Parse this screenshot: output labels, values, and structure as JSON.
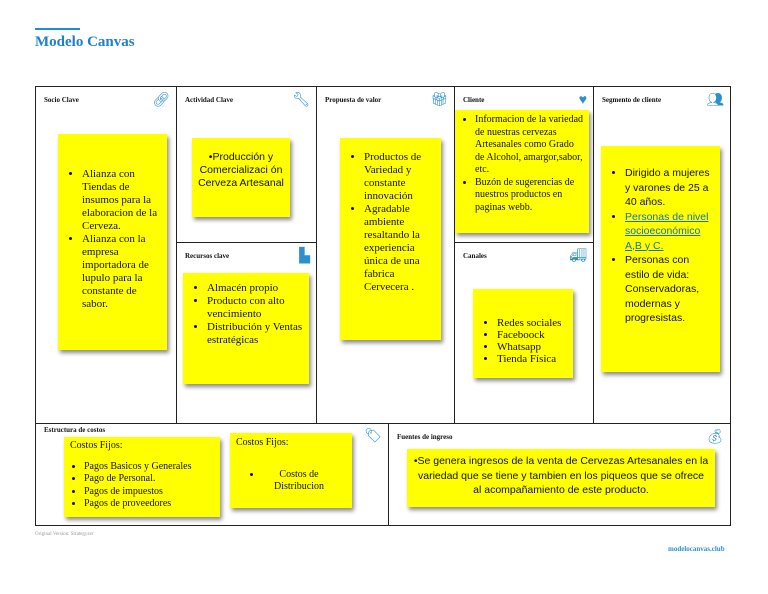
{
  "title": "Modelo Canvas",
  "blocks": {
    "socio": {
      "label": "Socio Clave",
      "icon": "link-icon",
      "items": [
        "Alianza con Tiendas de insumos para la elaboracion de la Cerveza.",
        "Alianza con la empresa importadora de lupulo para la constante de sabor."
      ]
    },
    "actividad": {
      "label": "Actividad Clave",
      "icon": "wrench-icon",
      "items": [
        "Producción y Comercializaci ón Cerveza Artesanal"
      ]
    },
    "recursos": {
      "label": "Recursos clave",
      "icon": "factory-icon",
      "items": [
        "Almacén propio",
        "Producto con alto vencimiento",
        "Distribución y Ventas estratégicas"
      ]
    },
    "propuesta": {
      "label": "Propuesta de valor",
      "icon": "gift-icon",
      "items": [
        "Productos de Variedad y constante innovación",
        "Agradable ambiente resaltando la experiencia única de una fabrica Cervecera ."
      ]
    },
    "cliente": {
      "label": "Cliente",
      "icon": "heart-icon",
      "items": [
        "Informacion de la variedad de nuestras cervezas Artesanales como Grado de Alcohol, amargor,sabor, etc.",
        "Buzón de sugerencias de nuestros productos en paginas webb."
      ]
    },
    "canales": {
      "label": "Canales",
      "icon": "truck-icon",
      "items": [
        "Redes sociales",
        "Faceboock",
        "Whatsapp",
        "Tienda Física"
      ]
    },
    "segmento": {
      "label": "Segmento de cliente",
      "icon": "users-icon",
      "items": [
        "Dirigido a mujeres y varones de 25 a 40 años.",
        "Personas de nivel socioeconómico A,B y C.",
        "Personas con estilo de vida: Conservadoras, modernas y progresistas."
      ]
    },
    "costos": {
      "label": "Estructura de costos",
      "icon": "tag-icon",
      "note1": {
        "heading": "Costos Fijos:",
        "items": [
          "Pagos Basicos y Generales",
          "Pago de Personal.",
          "Pagos de impuestos",
          "Pagos de proveedores"
        ]
      },
      "note2": {
        "heading": "Costos Fijos:",
        "items": [
          "Costos de Distribucion"
        ]
      }
    },
    "ingresos": {
      "label": "Fuentes de ingreso",
      "icon": "money-bag-icon",
      "text": "•Se genera ingresos de la venta de Cervezas Artesanales en la variedad que se tiene y tambien en los piqueos que se ofrece al acompañamiento de este producto."
    }
  },
  "footer": {
    "left": "Original Version: Strategyzer",
    "right": "modelocanvas.club"
  },
  "colors": {
    "accent": "#1e7fd0",
    "note": "#ffff00"
  }
}
